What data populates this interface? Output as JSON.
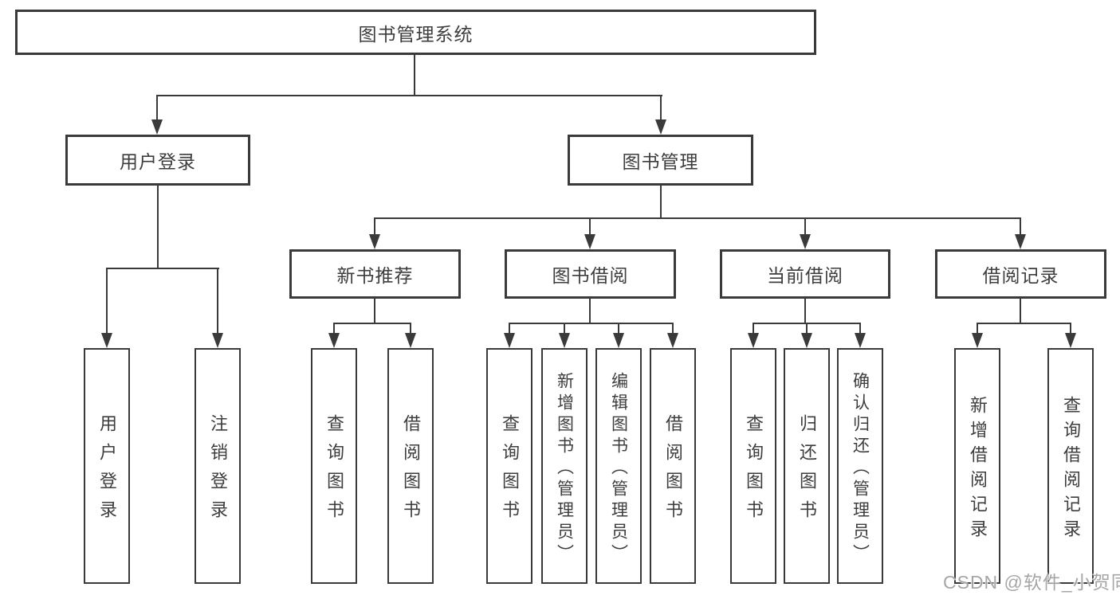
{
  "diagram": {
    "type": "tree",
    "structure": {
      "label": "图书管理系统",
      "children": [
        {
          "label": "用户登录",
          "children": [
            {
              "label": "用户登录"
            },
            {
              "label": "注销登录"
            }
          ]
        },
        {
          "label": "图书管理",
          "children": [
            {
              "label": "新书推荐",
              "children": [
                {
                  "label": "查询图书"
                },
                {
                  "label": "借阅图书"
                }
              ]
            },
            {
              "label": "图书借阅",
              "children": [
                {
                  "label": "查询图书"
                },
                {
                  "label": "新增图书（管理员）"
                },
                {
                  "label": "编辑图书（管理员）"
                },
                {
                  "label": "借阅图书"
                }
              ]
            },
            {
              "label": "当前借阅",
              "children": [
                {
                  "label": "查询图书"
                },
                {
                  "label": "归还图书"
                },
                {
                  "label": "确认归还（管理员）"
                }
              ]
            },
            {
              "label": "借阅记录",
              "children": [
                {
                  "label": "新增借阅记录"
                },
                {
                  "label": "查询借阅记录"
                }
              ]
            }
          ]
        }
      ]
    },
    "colors": {
      "line": "#3a3a3a",
      "text": "#3d3d3d",
      "background": "#ffffff",
      "watermark_gray": "#969696"
    }
  },
  "watermark": {
    "text": "CSDN @软件_小贺同学"
  }
}
